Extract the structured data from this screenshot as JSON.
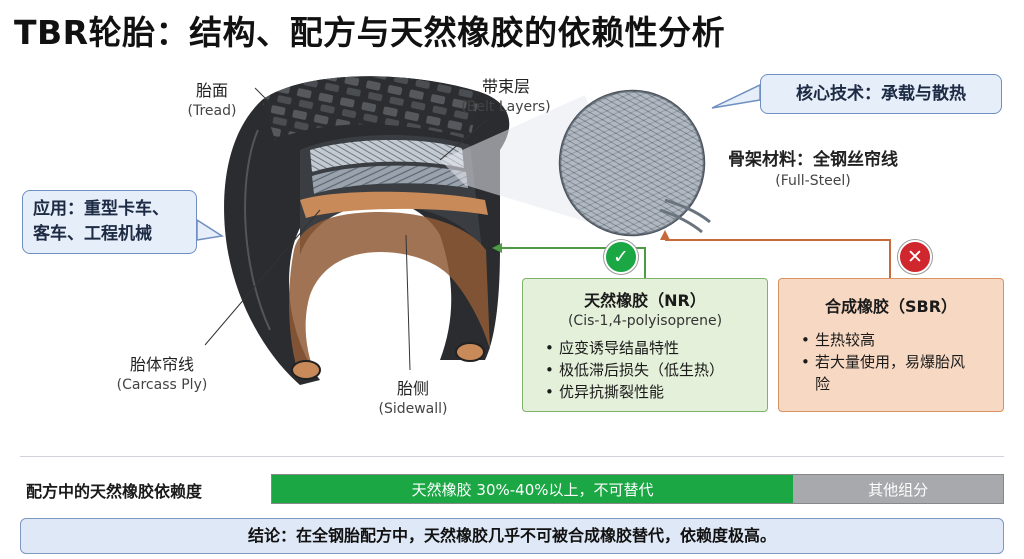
{
  "title": "TBR轮胎：结构、配方与天然橡胶的依赖性分析",
  "labels": {
    "tread": {
      "zh": "胎面",
      "en": "(Tread)"
    },
    "belt": {
      "zh": "带束层",
      "en": "(Belt Layers)"
    },
    "carcass": {
      "zh": "胎体帘线",
      "en": "(Carcass Ply)"
    },
    "sidewall": {
      "zh": "胎侧",
      "en": "(Sidewall)"
    },
    "skeleton": {
      "zh": "骨架材料：全钢丝帘线",
      "en": "(Full-Steel)"
    }
  },
  "callouts": {
    "core_tech": "核心技术：承载与散热",
    "application_line1": "应用：重型卡车、",
    "application_line2": "客车、工程机械"
  },
  "nr_panel": {
    "title": "天然橡胶（NR）",
    "subtitle": "(Cis-1,4-polyisoprene)",
    "bullets": [
      "应变诱导结晶特性",
      "极低滞后损失（低生热）",
      "优异抗撕裂性能"
    ],
    "badge": "✓",
    "color": "#1aa744"
  },
  "sbr_panel": {
    "title": "合成橡胶（SBR）",
    "bullets_line1": "生热较高",
    "bullets_line2a": "若大量使用，易爆胎风",
    "bullets_line2b": "险",
    "badge": "✕",
    "color": "#d0262e"
  },
  "dependency": {
    "label": "配方中的天然橡胶依赖度",
    "nr_text": "天然橡胶 30%-40%以上，不可替代",
    "other_text": "其他组分",
    "nr_share": 0.713
  },
  "conclusion": "结论：在全钢胎配方中，天然橡胶几乎不可被合成橡胶替代，依赖度极高。"
}
